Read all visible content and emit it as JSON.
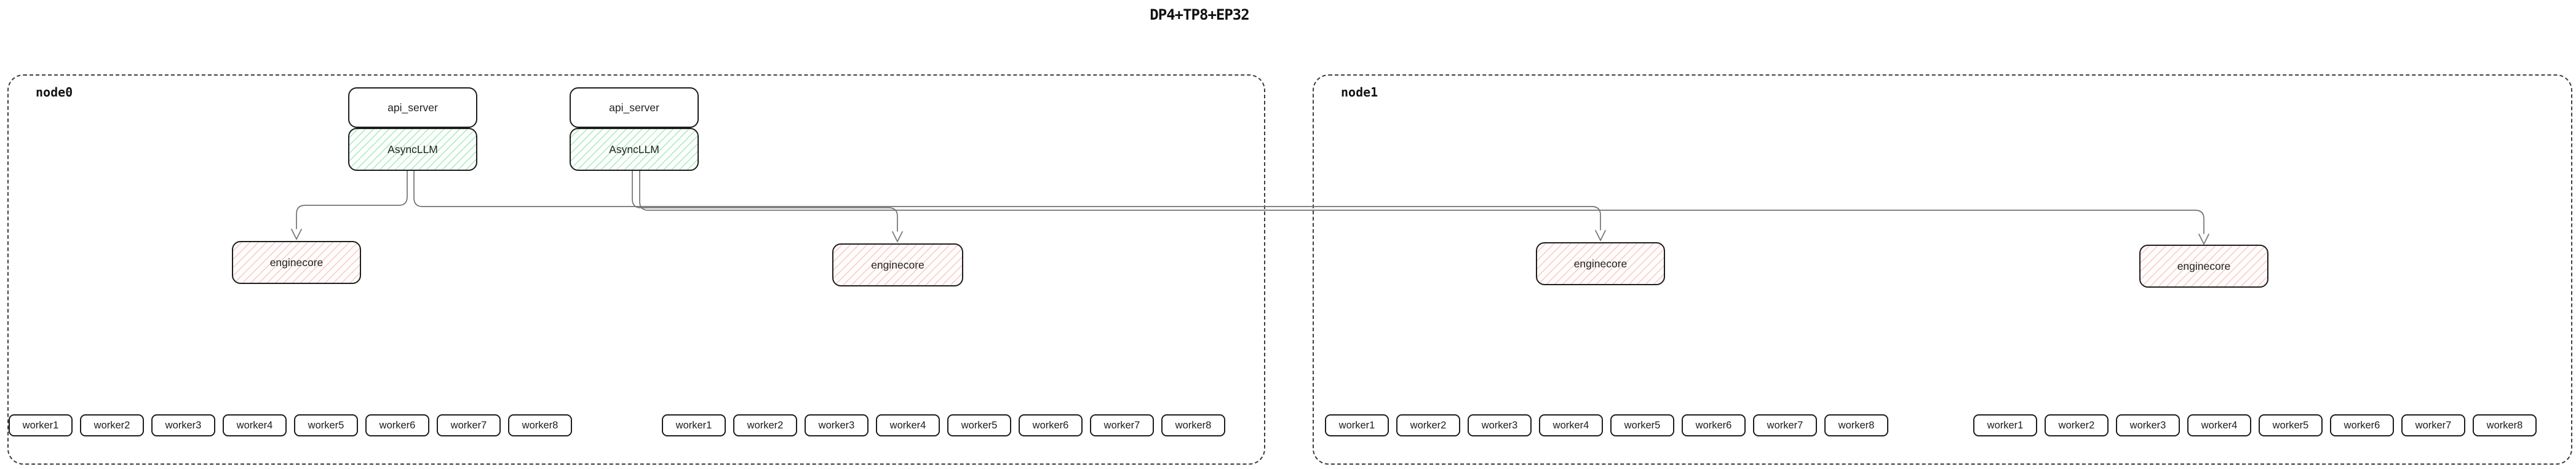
{
  "title": "DP4+TP8+EP32",
  "colors": {
    "background": "#ffffff",
    "box_border": "#1d1d1d",
    "node_border_dashed": "#3d3d3d",
    "async_llm_hatch_green": "#5ed68f",
    "enginecore_hatch_red": "#ee9690",
    "connector_gray": "#737373"
  },
  "nodes": [
    {
      "label": "node0",
      "stacks": [
        {
          "api_server": "api_server",
          "async_llm": "AsyncLLM"
        },
        {
          "api_server": "api_server",
          "async_llm": "AsyncLLM"
        }
      ],
      "enginecores": [
        "enginecore",
        "enginecore"
      ],
      "worker_groups": [
        [
          "worker1",
          "worker2",
          "worker3",
          "worker4",
          "worker5",
          "worker6",
          "worker7",
          "worker8"
        ],
        [
          "worker1",
          "worker2",
          "worker3",
          "worker4",
          "worker5",
          "worker6",
          "worker7",
          "worker8"
        ]
      ]
    },
    {
      "label": "node1",
      "stacks": [],
      "enginecores": [
        "enginecore",
        "enginecore"
      ],
      "worker_groups": [
        [
          "worker1",
          "worker2",
          "worker3",
          "worker4",
          "worker5",
          "worker6",
          "worker7",
          "worker8"
        ],
        [
          "worker1",
          "worker2",
          "worker3",
          "worker4",
          "worker5",
          "worker6",
          "worker7",
          "worker8"
        ]
      ]
    }
  ]
}
